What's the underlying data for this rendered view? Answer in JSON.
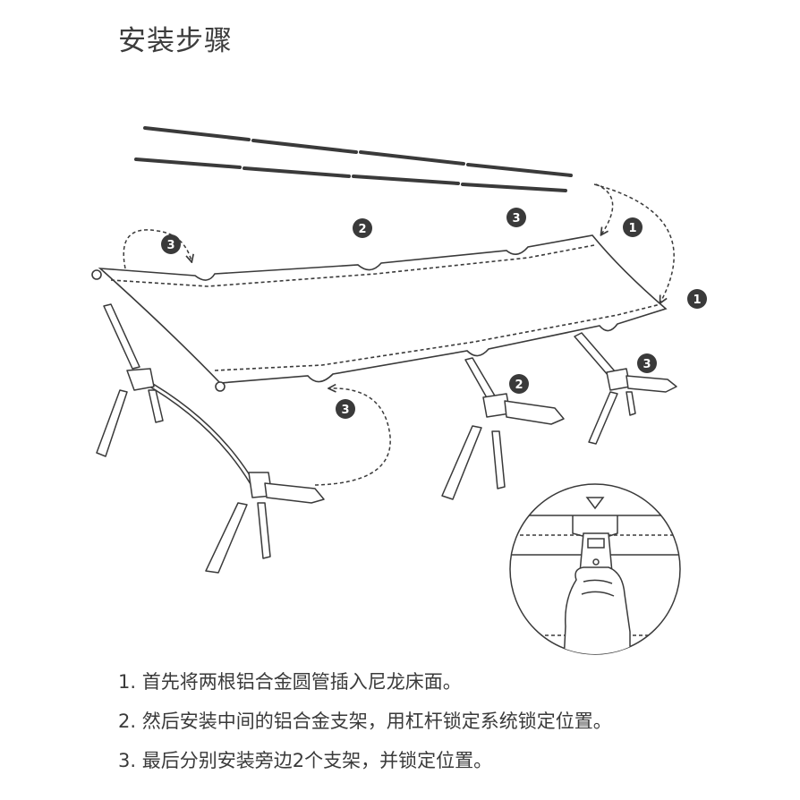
{
  "title": "安装步骤",
  "callouts": [
    "1",
    "2",
    "3"
  ],
  "steps": [
    "1. 首先将两根铝合金圆管插入尼龙床面。",
    "2. 然后安装中间的铝合金支架，用杠杆锁定系统锁定位置。",
    "3. 最后分别安装旁边2个支架，并锁定位置。"
  ],
  "colors": {
    "line": "#3a3a3a",
    "badge": "#3a3a3a",
    "badge_text": "#ffffff"
  }
}
